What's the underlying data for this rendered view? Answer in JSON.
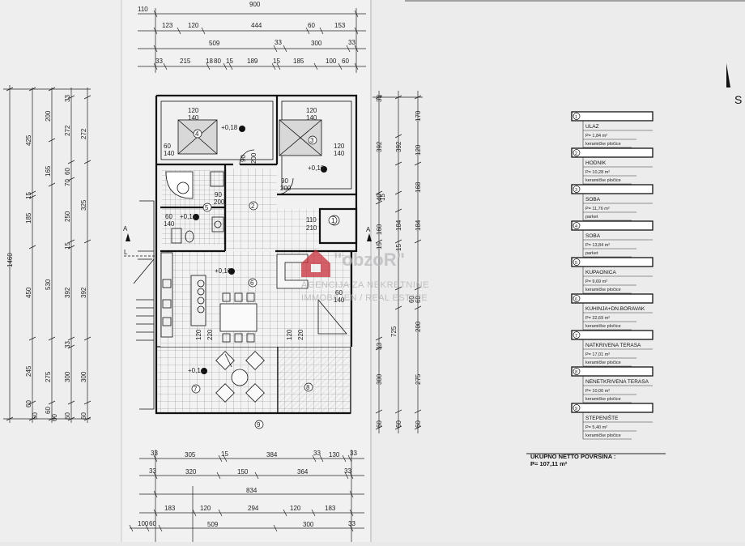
{
  "top_dimensions": {
    "row1": [
      "110",
      "900"
    ],
    "row2": [
      "123",
      "120",
      "444",
      "60",
      "153"
    ],
    "row3": [
      "509",
      "33",
      "300",
      "33"
    ],
    "row4": [
      "33",
      "215",
      "18",
      "80",
      "15",
      "189",
      "15",
      "185",
      "100",
      "60"
    ]
  },
  "left_dimensions": {
    "total": "1460",
    "col1": [
      "425",
      "15",
      "185",
      "450",
      "245",
      "60",
      "60"
    ],
    "col2": [
      "200",
      "165",
      "530",
      "275",
      "60",
      "60"
    ],
    "col3": [
      "33",
      "272",
      "60",
      "70",
      "250",
      "15",
      "392",
      "33",
      "300",
      "60"
    ],
    "col4": [
      "272",
      "325",
      "392",
      "300",
      "60"
    ]
  },
  "right_dimensions": {
    "col1": [
      "33",
      "392",
      "40",
      "15",
      "160",
      "15",
      "33",
      "725",
      "300",
      "60"
    ],
    "col2": [
      "170",
      "392",
      "120",
      "168",
      "184",
      "184",
      "60",
      "60",
      "275",
      "60"
    ],
    "col3": [
      "200",
      "15",
      "60"
    ]
  },
  "bottom_dimensions": {
    "row1": [
      "33",
      "305",
      "15",
      "384",
      "33",
      "130",
      "33"
    ],
    "row2": [
      "33",
      "320",
      "150",
      "364",
      "33"
    ],
    "row3": [
      "834"
    ],
    "row4": [
      "183",
      "120",
      "294",
      "120",
      "183"
    ],
    "row5": [
      "100",
      "60",
      "509",
      "300",
      "33"
    ]
  },
  "plan_labels": {
    "room1": "1",
    "room2": "2",
    "room3": "3",
    "room4": "4",
    "room5": "5",
    "room6": "6",
    "room7": "7",
    "room8": "8",
    "room9": "9",
    "elev_4": "+0,18",
    "elev_3": "+0,16",
    "elev_5": "+0,14",
    "elev_6": "+0,16",
    "elev_7": "+0,14",
    "win_4a": "120",
    "win_4b": "140",
    "win_3a": "120",
    "win_3b": "140",
    "door_4a": "60",
    "door_4b": "140",
    "door_3a": "120",
    "door_3b": "140",
    "door_2a": "90",
    "door_2b": "200",
    "door_3c": "90",
    "door_3d": "200",
    "door_5a": "90",
    "door_5b": "200",
    "win_5a": "60",
    "win_5b": "140",
    "door_1a": "110",
    "door_1b": "210",
    "win_6a": "60",
    "win_6b": "140",
    "door_7a": "120",
    "door_7b": "220",
    "door_7c": "120",
    "door_7d": "220",
    "section_a": "A",
    "section_a2": "A",
    "level_l": "L"
  },
  "watermark": {
    "brand": "\"obzoR\"",
    "line1": "AGENCIJA ZA NEKRETNINE",
    "line2": "IMMOBILIEN / REAL ESTATE"
  },
  "corner": {
    "letter": "S"
  },
  "rooms": [
    {
      "num": "1",
      "name": "ULAZ",
      "area": "P= 1,84 m²",
      "finish": "keramičke pločice"
    },
    {
      "num": "2",
      "name": "HODNIK",
      "area": "P= 10,28 m²",
      "finish": "keramičke pločice"
    },
    {
      "num": "3",
      "name": "SOBA",
      "area": "P= 11,76 m²",
      "finish": "parket"
    },
    {
      "num": "4",
      "name": "SOBA",
      "area": "P= 13,84 m²",
      "finish": "parket"
    },
    {
      "num": "5",
      "name": "KUPAONICA",
      "area": "P= 9,69 m²",
      "finish": "keramičke pločice"
    },
    {
      "num": "6",
      "name": "KUHINJA+DN.BORAVAK",
      "area": "P= 32,69 m²",
      "finish": "keramičke pločice"
    },
    {
      "num": "7",
      "name": "NATKRIVENA TERASA",
      "area": "P= 17,01 m²",
      "finish": "keramičke pločice"
    },
    {
      "num": "8",
      "name": "NENETKRIVENA TERASA",
      "area": "P= 10,00 m²",
      "finish": "keramičke pločice"
    },
    {
      "num": "9",
      "name": "STEPENIŠTE",
      "area": "P= 5,40 m²",
      "finish": "keramičke pločice"
    }
  ],
  "total": {
    "label": "UKUPNO NETTO POVRŠINA :",
    "value": "P= 107,11 m²"
  },
  "colors": {
    "paper": "#efeff0",
    "ink": "#1a1a1a",
    "tile": "#8a8a8a",
    "watermark_red": "#c9303a",
    "watermark_gray": "#b8b8b8"
  }
}
